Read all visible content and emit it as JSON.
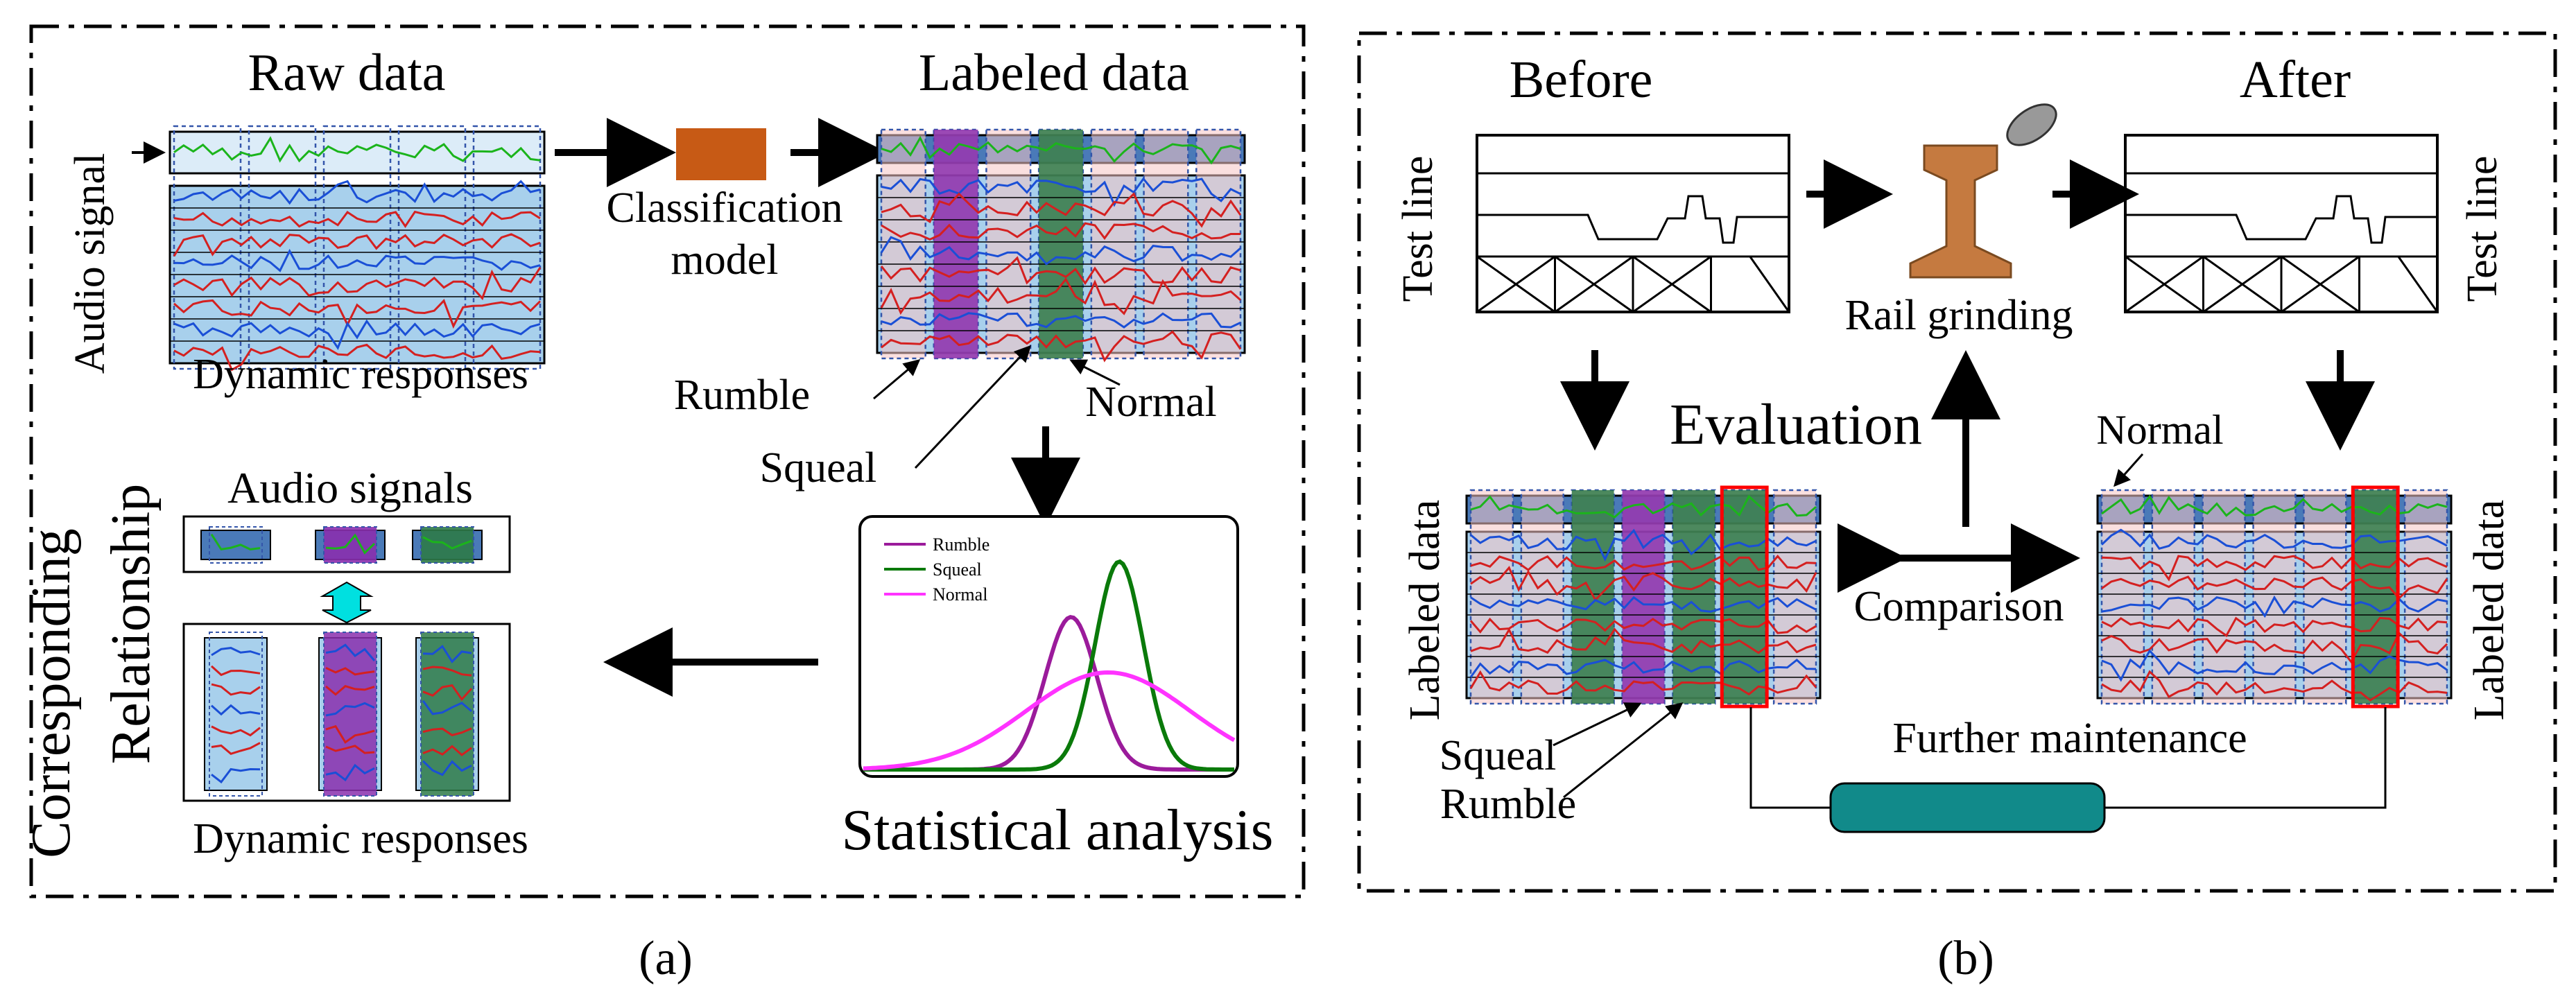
{
  "panel_a": {
    "raw_data_title": "Raw data",
    "audio_signal_label": "Audio signal",
    "dynamic_responses_label": "Dynamic responses",
    "classification_label_line1": "Classification",
    "classification_label_line2": "model",
    "labeled_data_title": "Labeled data",
    "rumble_label": "Rumble",
    "squeal_label": "Squeal",
    "normal_label": "Normal",
    "legend": [
      {
        "name": "Rumble",
        "color": "#9b1b9b"
      },
      {
        "name": "Squeal",
        "color": "#0a7a0a"
      },
      {
        "name": "Normal",
        "color": "#ff33ff"
      }
    ],
    "statistical_analysis_label": "Statistical analysis",
    "audio_signals_label": "Audio signals",
    "dynamic_responses_bottom_label": "Dynamic responses",
    "corresponding_label": "Corresponding",
    "relationship_label": "Relationship",
    "caption": "(a)"
  },
  "panel_b": {
    "before_label": "Before",
    "after_label": "After",
    "test_line_left": "Test line",
    "test_line_right": "Test line",
    "rail_grinding_label": "Rail grinding",
    "evaluation_label": "Evaluation",
    "comparison_label": "Comparison",
    "normal_label": "Normal",
    "labeled_data_left": "Labeled data",
    "labeled_data_right": "Labeled data",
    "squeal_label": "Squeal",
    "rumble_label": "Rumble",
    "further_maintenance_label": "Further maintenance",
    "caption": "(b)"
  },
  "colors": {
    "panel_fill": "#a8d0ec",
    "band_fill": "#f5c4c4",
    "rumble_band": "#8a2fae",
    "squeal_band": "#2e7a48",
    "audio_bar": "#4a7ab8",
    "classifier_box": "#c75a15",
    "maintenance_box": "#118a8a",
    "rail_color": "#c57a40",
    "flag_red": "#ff0000",
    "wave_blue": "#1a4fd6",
    "wave_red": "#d42020",
    "wave_green": "#1bb41b",
    "cyan_connector": "#00e0e0"
  }
}
